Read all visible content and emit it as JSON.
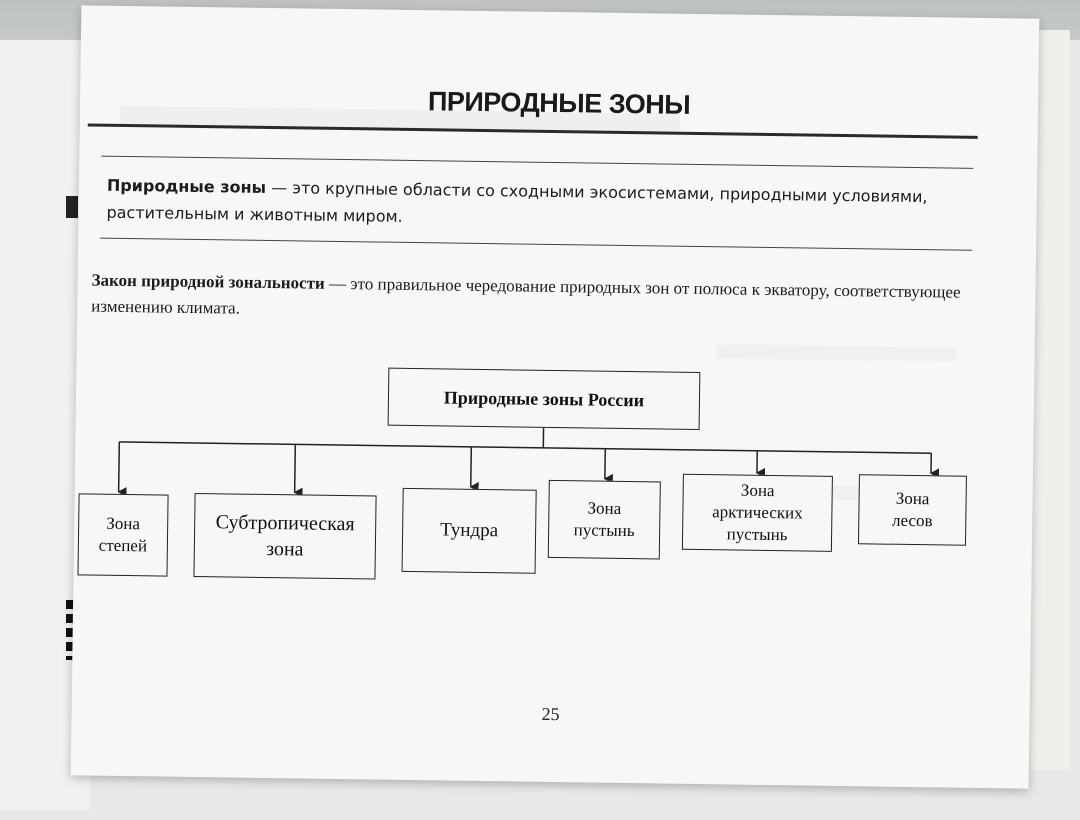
{
  "page": {
    "title": "ПРИРОДНЫЕ ЗОНЫ",
    "definition": {
      "term": "Природные зоны",
      "text": " — это крупные области со сходными экосистемами, природными условиями, растительным и животным миром."
    },
    "law": {
      "term": "Закон природной зональности",
      "text": " — это правильное чередование природных зон от полюса к экватору, соответствующее изменению климата."
    },
    "diagram": {
      "root": "Природные зоны России",
      "zones": [
        {
          "lines": [
            "Зона",
            "степей"
          ]
        },
        {
          "lines": [
            "Субтропическая",
            "зона"
          ]
        },
        {
          "lines": [
            "Тундра"
          ]
        },
        {
          "lines": [
            "Зона",
            "пустынь"
          ]
        },
        {
          "lines": [
            "Зона",
            "арктических",
            "пустынь"
          ]
        },
        {
          "lines": [
            "Зона",
            "лесов"
          ]
        }
      ]
    },
    "page_number": "25"
  }
}
